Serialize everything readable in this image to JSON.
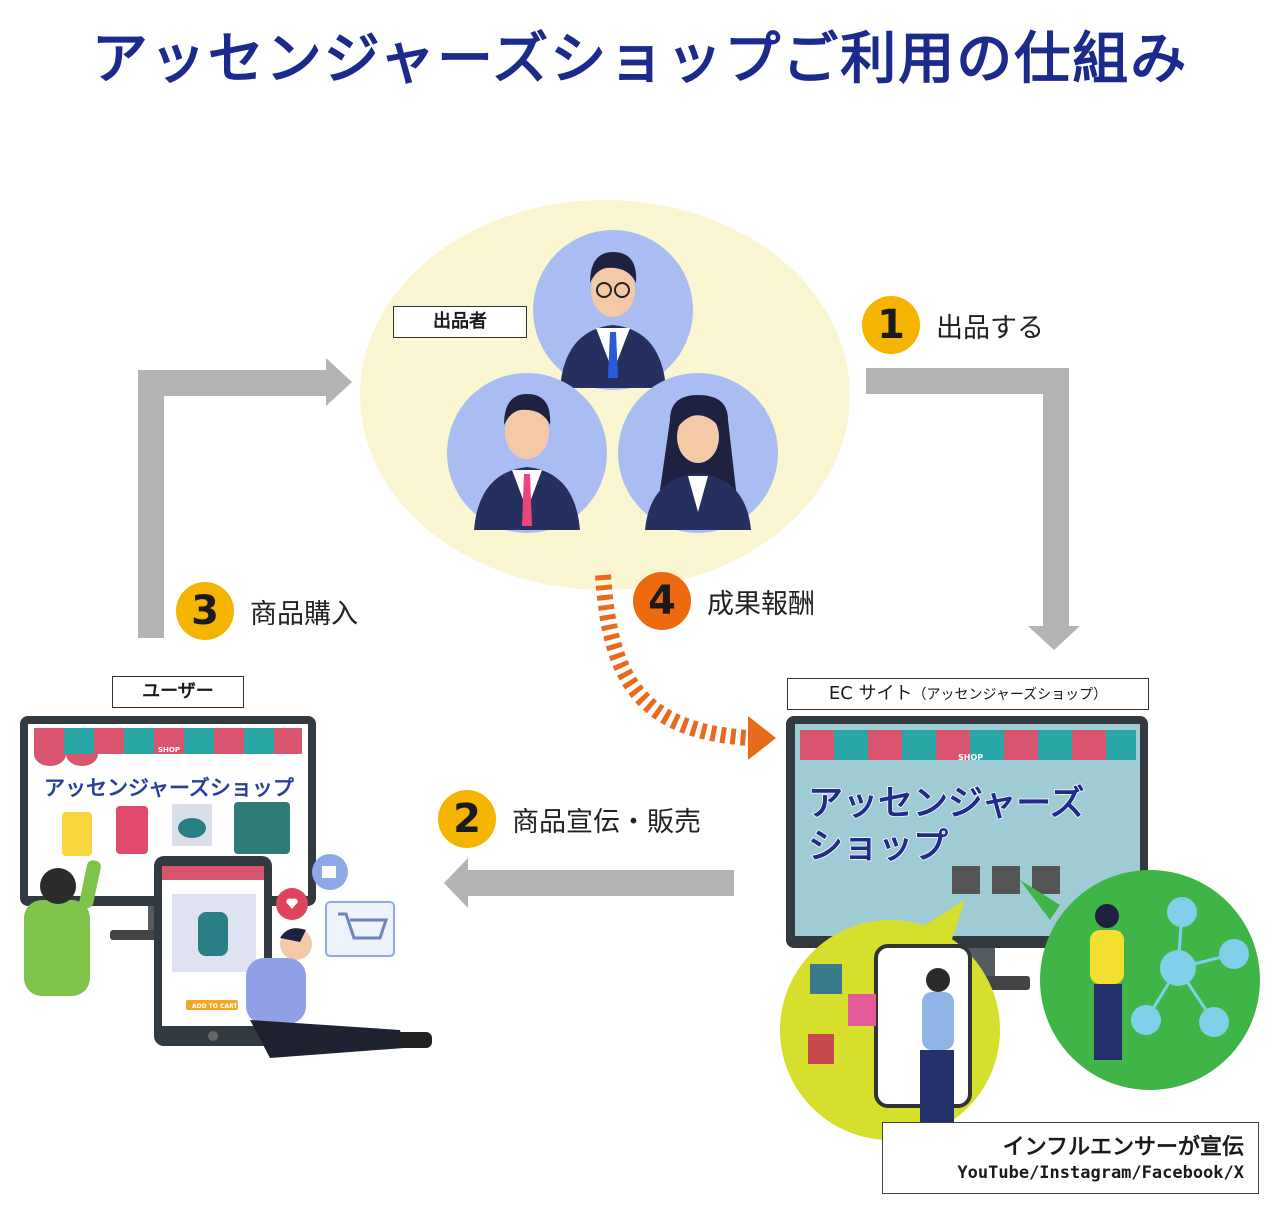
{
  "title": "アッセンジャーズショップご利用の仕組み",
  "labels": {
    "sellers": "出品者",
    "user": "ユーザー",
    "ec_site": "EC サイト",
    "ec_site_sub": "（アッセンジャーズショップ）",
    "influencer": "インフルエンサーが宣伝",
    "influencer_platforms": "YouTube/Instagram/Facebook/X"
  },
  "steps": [
    {
      "number": "1",
      "text": "出品する",
      "color": "#f4b400"
    },
    {
      "number": "2",
      "text": "商品宣伝・販売",
      "color": "#f4b400"
    },
    {
      "number": "3",
      "text": "商品購入",
      "color": "#f4b400"
    },
    {
      "number": "4",
      "text": "成果報酬",
      "color": "#ee6a10"
    }
  ],
  "screens": {
    "user_shop_name": "アッセンジャーズショップ",
    "ec_shop_name_line1": "アッセンジャーズ",
    "ec_shop_name_line2": "ショップ",
    "add_to_cart": "ADD TO CART",
    "shop_badge": "SHOP"
  },
  "colors": {
    "title": "#1c2a8c",
    "arrow_gray": "#b3b3b3",
    "reward_arrow": "#e86a1c",
    "seller_circle": "#fbf6d2",
    "avatar_bg": "#a9bdf3",
    "awning_pink": "#d9546e",
    "awning_teal": "#2aa6a6"
  }
}
